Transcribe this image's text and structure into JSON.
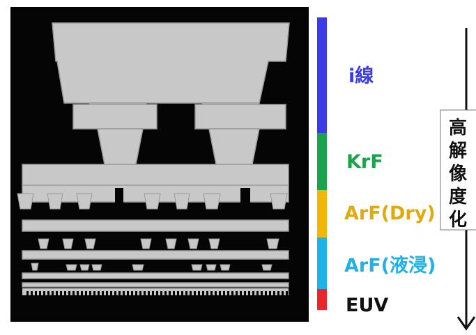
{
  "legend": {
    "items": [
      {
        "label": "i線",
        "color": "#3b3bea"
      },
      {
        "label": "KrF",
        "color": "#1aa34a"
      },
      {
        "label": "ArF(Dry)",
        "color": "#f2b705"
      },
      {
        "label": "ArF(液浸)",
        "color": "#1fb2e6"
      },
      {
        "label": "EUV",
        "color": "#e8262b"
      }
    ]
  },
  "arrow": {
    "label_chars": [
      "高",
      "解",
      "像",
      "度",
      "化"
    ]
  },
  "colors": {
    "panel_bg": "#050505",
    "structure": "#c8c8c8",
    "structure_edge": "#9a9a9a",
    "euv_text": "#111111",
    "arrow": "#111111"
  }
}
